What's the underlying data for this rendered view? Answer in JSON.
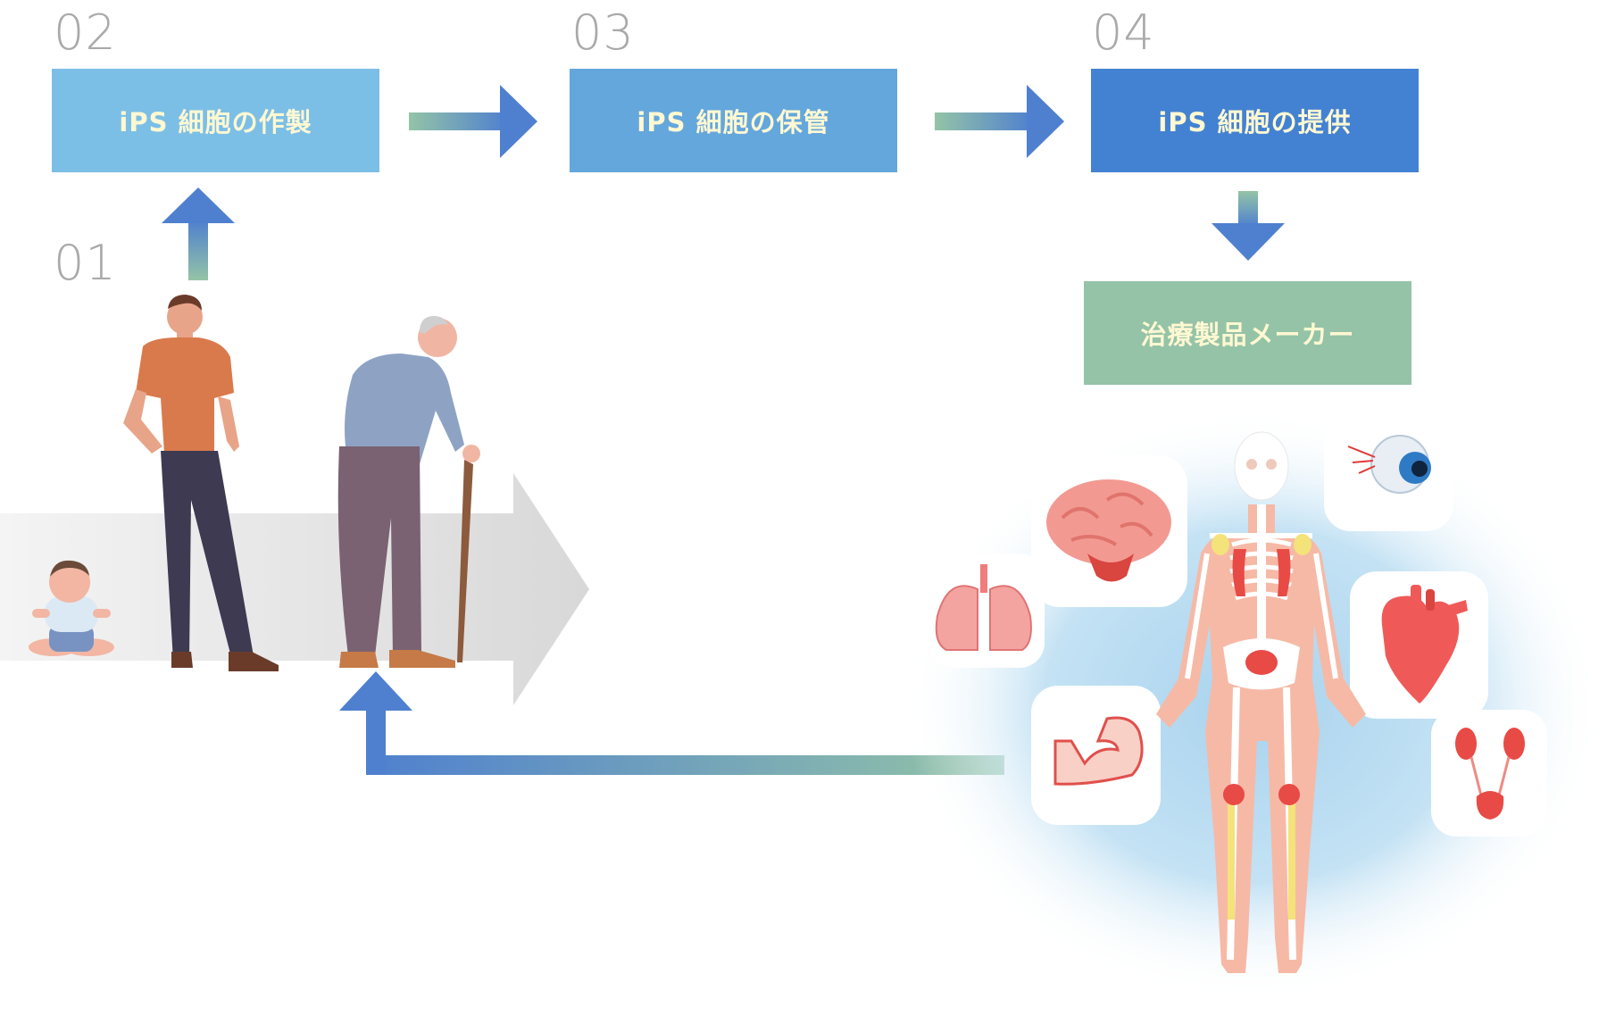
{
  "steps": [
    {
      "number": "01"
    },
    {
      "number": "02",
      "label": "iPS 細胞の作製",
      "color": "#7cbfe6"
    },
    {
      "number": "03",
      "label": "iPS 細胞の保管",
      "color": "#64a7dc"
    },
    {
      "number": "04",
      "label": "iPS 細胞の提供",
      "color": "#4382d2"
    }
  ],
  "manufacturer": {
    "label": "治療製品メーカー",
    "color": "#95c3a7"
  },
  "colors": {
    "arrow_green": "#94c4a6",
    "arrow_blue": "#4f80cf",
    "timeline_gray": "#dcdcdc",
    "glow_blue": "#bcdcf0"
  },
  "icons": [
    "baby-icon",
    "adult-man-icon",
    "elderly-man-icon",
    "skeleton-body-icon",
    "brain-icon",
    "lungs-icon",
    "eye-icon",
    "heart-icon",
    "muscle-arm-icon",
    "kidney-icon"
  ]
}
